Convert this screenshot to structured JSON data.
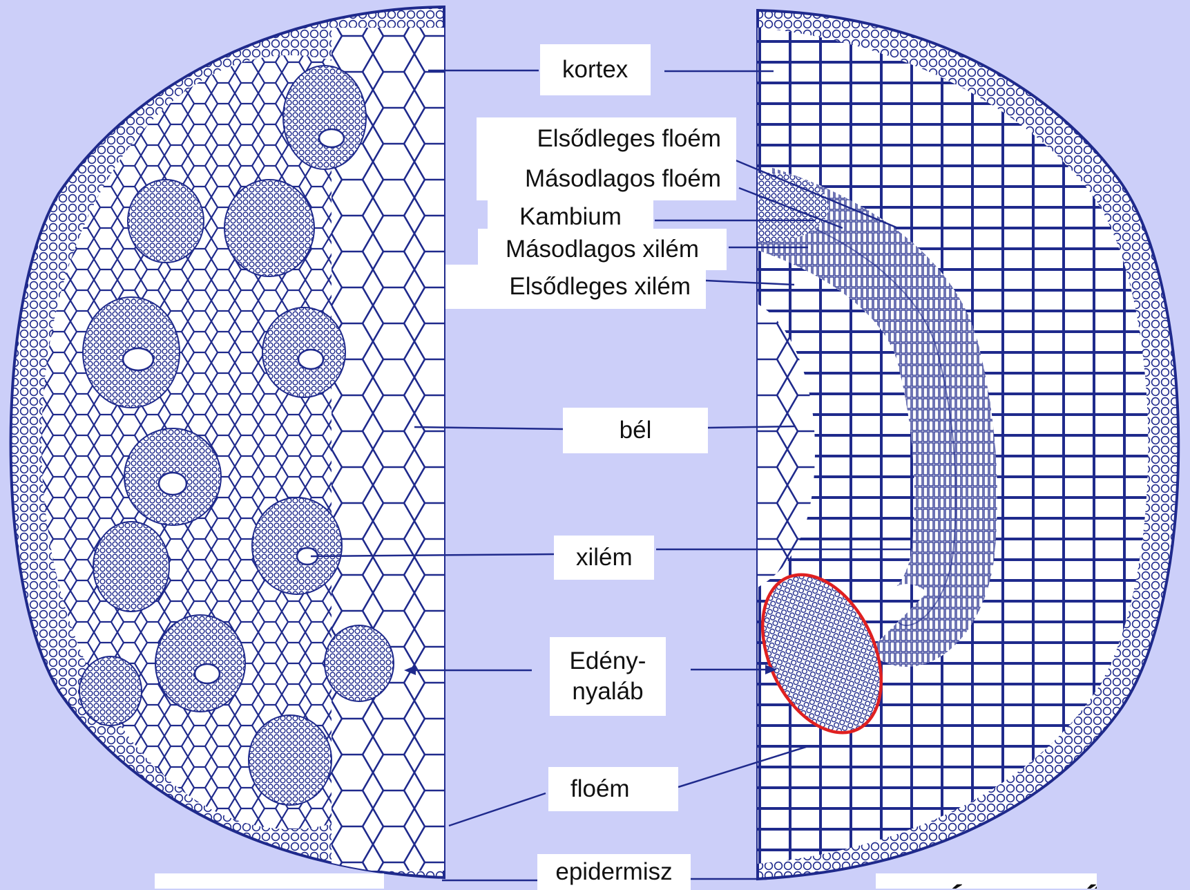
{
  "labels": {
    "kortex": "kortex",
    "elsodleges_floem": "Elsődleges floém",
    "masodlagos_floem": "Másodlagos floém",
    "kambium": "Kambium",
    "masodlagos_xilem": "Másodlagos xilém",
    "elsodleges_xilem": "Elsődleges xilém",
    "bel": "bél",
    "xilem": "xilém",
    "edenynyalab_1": "Edény-",
    "edenynyalab_2": "nyaláb",
    "floem": "floém",
    "epidermisz": "epidermisz"
  },
  "bottom": {
    "left_title": "",
    "right_title": "KÉTSZIKŰ"
  },
  "colors": {
    "background": "#cccff9",
    "cell_ink": "#1f2a8c",
    "cell_fill": "#ffffff",
    "highlight": "#e02020"
  }
}
